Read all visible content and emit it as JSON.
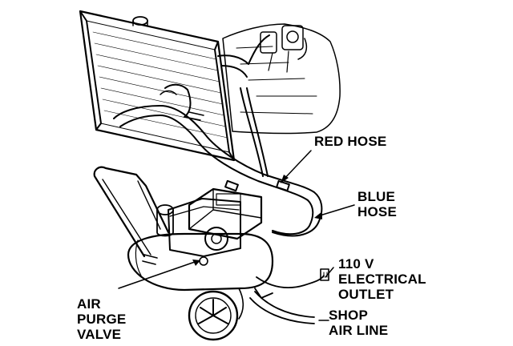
{
  "labels": {
    "red_hose": [
      "RED HOSE"
    ],
    "blue_hose": [
      "BLUE",
      "HOSE"
    ],
    "electrical_outlet": [
      "110 V",
      "ELECTRICAL",
      "OUTLET"
    ],
    "shop_air_line": [
      "SHOP",
      "AIR LINE"
    ],
    "air_purge_valve": [
      "AIR",
      "PURGE",
      "VALVE"
    ]
  },
  "colors": {
    "ink": "#000000",
    "paper": "#ffffff"
  }
}
